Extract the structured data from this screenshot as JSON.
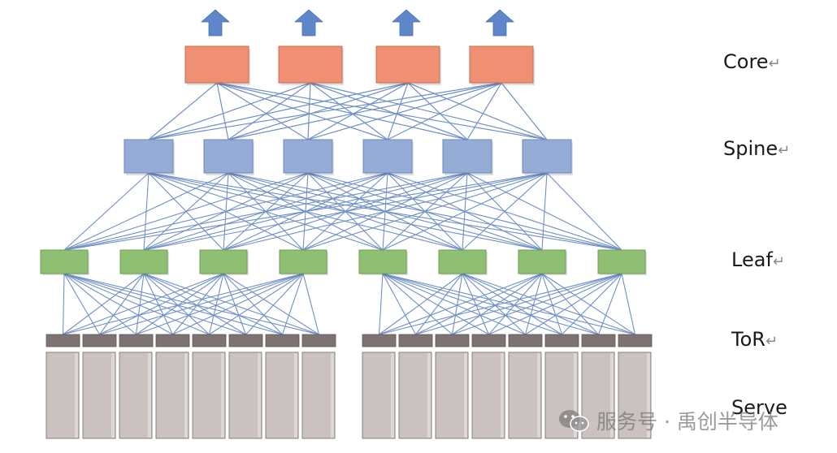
{
  "diagram": {
    "tiers": {
      "core": {
        "label": "Core",
        "count": 4,
        "color": "#ef8f73",
        "border": "#c96e55"
      },
      "spine": {
        "label": "Spine",
        "count": 6,
        "color": "#95acd6",
        "border": "#6f88b8"
      },
      "leaf": {
        "label": "Leaf",
        "count": 8,
        "color": "#8fbf73",
        "border": "#6c9d52"
      },
      "tor": {
        "label": "ToR",
        "count": 16,
        "color": "#7d7372"
      },
      "serve": {
        "label": "Serve",
        "count": 16,
        "color": "#cbc2c0",
        "border": "#8a8181"
      }
    },
    "return_mark": "↵",
    "link_color": "#6f8fc7",
    "uplink_arrow_color": "#5f86c8",
    "uplink_count": 4
  },
  "watermark": {
    "text": "服务号 · 禹创半导体",
    "icon": "wechat-icon"
  }
}
